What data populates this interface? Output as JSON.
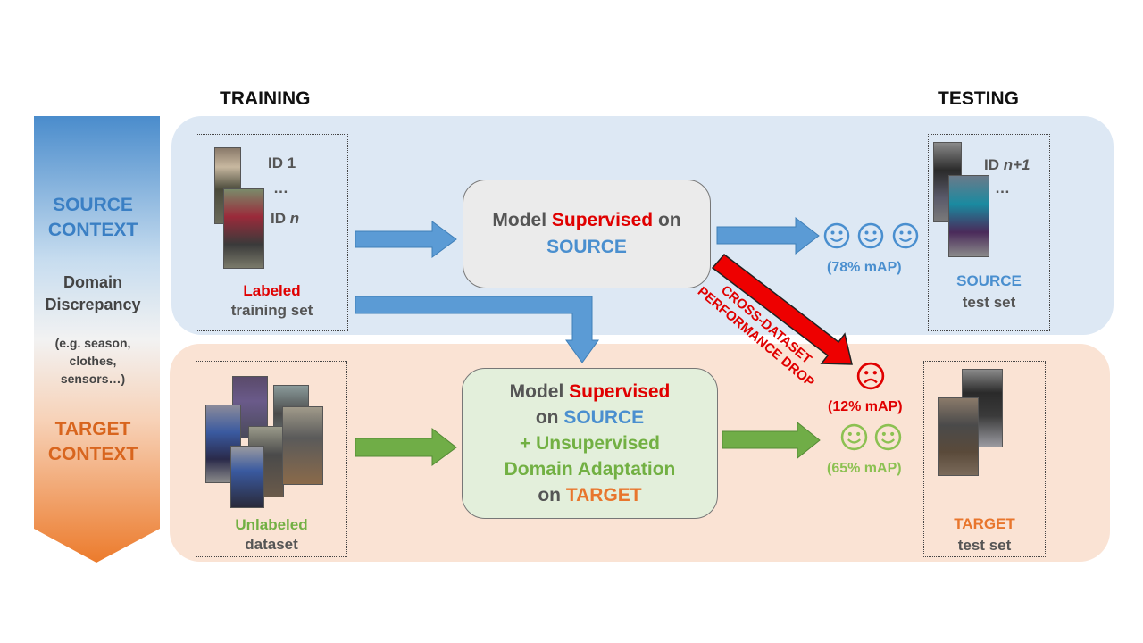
{
  "headings": {
    "training": "TRAINING",
    "testing": "TESTING"
  },
  "context_bar": {
    "source_line1": "SOURCE",
    "source_line2": "CONTEXT",
    "discrepancy_line1": "Domain",
    "discrepancy_line2": "Discrepancy",
    "examples_line1": "(e.g. season,",
    "examples_line2": "clothes,",
    "examples_line3": "sensors…)",
    "target_line1": "TARGET",
    "target_line2": "CONTEXT"
  },
  "source_train": {
    "id1": "ID 1",
    "dots": "…",
    "idn_prefix": "ID ",
    "idn_var": "n",
    "label_colored": "Labeled",
    "label_plain": "training set"
  },
  "model_source": {
    "word_model": "Model",
    "word_supervised": "Supervised",
    "word_on": "on",
    "word_source": "SOURCE"
  },
  "model_adapt": {
    "word_model": "Model",
    "word_supervised": "Supervised",
    "word_on": "on",
    "word_source": "SOURCE",
    "line3": "+ Unsupervised",
    "line4": "Domain Adaptation",
    "word_on2": "on",
    "word_target": "TARGET"
  },
  "results": {
    "source_map": "(78% mAP)",
    "drop_map": "(12% mAP)",
    "adapt_map": "(65% mAP)",
    "drop_line1": "CROSS-DATASET",
    "drop_line2": "PERFORMANCE DROP"
  },
  "source_test": {
    "id_prefix": "ID ",
    "id_var": "n+1",
    "dots": "…",
    "label_colored": "SOURCE",
    "label_plain": "test set"
  },
  "target_train": {
    "label_colored": "Unlabeled",
    "label_plain": "dataset"
  },
  "target_test": {
    "label_colored": "TARGET",
    "label_plain": "test set"
  },
  "colors": {
    "source_blue": "#4a8fcf",
    "target_orange": "#e8762d",
    "adapt_green": "#72b043",
    "red": "#e00000",
    "text_gray": "#555555"
  }
}
